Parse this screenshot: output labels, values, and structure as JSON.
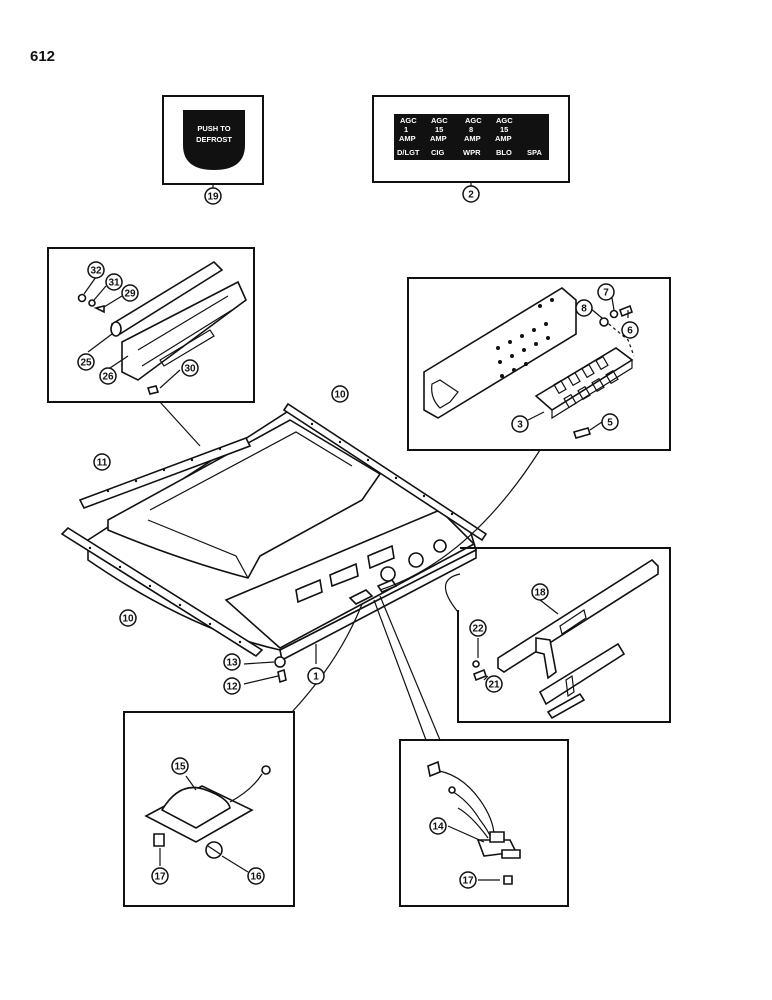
{
  "page_number": "612",
  "defrost_label": {
    "line1": "PUSH TO",
    "line2": "DEFROST"
  },
  "fuse_decal": {
    "row1": [
      "AGC",
      "AGC",
      "AGC",
      "AGC"
    ],
    "row2": [
      "1",
      "15",
      "8",
      "15"
    ],
    "row3": [
      "AMP",
      "AMP",
      "AMP",
      "AMP"
    ],
    "row4": [
      "D/LGT",
      "CIG",
      "WPR",
      "BLO",
      "SPA"
    ]
  },
  "callouts": {
    "c1": "1",
    "c2": "2",
    "c3": "3",
    "c5": "5",
    "c6": "6",
    "c7": "7",
    "c8": "8",
    "c10a": "10",
    "c10b": "10",
    "c11": "11",
    "c12": "12",
    "c13": "13",
    "c14": "14",
    "c15": "15",
    "c16": "16",
    "c17a": "17",
    "c17b": "17",
    "c18": "18",
    "c19": "19",
    "c21": "21",
    "c22": "22",
    "c25": "25",
    "c26": "26",
    "c29": "29",
    "c30": "30",
    "c31": "31",
    "c32": "32"
  },
  "colors": {
    "ink": "#111111",
    "paper": "#ffffff"
  }
}
